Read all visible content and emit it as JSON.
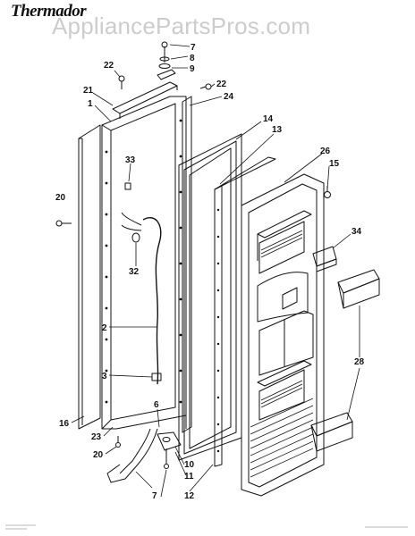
{
  "brand": "Thermador",
  "watermark": "AppliancePartsPros.com",
  "callouts": [
    {
      "id": "c7a",
      "text": "7"
    },
    {
      "id": "c8",
      "text": "8"
    },
    {
      "id": "c9",
      "text": "9"
    },
    {
      "id": "c22a",
      "text": "22"
    },
    {
      "id": "c22b",
      "text": "22"
    },
    {
      "id": "c21",
      "text": "21"
    },
    {
      "id": "c1",
      "text": "1"
    },
    {
      "id": "c24",
      "text": "24"
    },
    {
      "id": "c14",
      "text": "14"
    },
    {
      "id": "c13",
      "text": "13"
    },
    {
      "id": "c26",
      "text": "26"
    },
    {
      "id": "c15",
      "text": "15"
    },
    {
      "id": "c33",
      "text": "33"
    },
    {
      "id": "c20a",
      "text": "20"
    },
    {
      "id": "c32",
      "text": "32"
    },
    {
      "id": "c34",
      "text": "34"
    },
    {
      "id": "c2",
      "text": "2"
    },
    {
      "id": "c28",
      "text": "28"
    },
    {
      "id": "c3",
      "text": "3"
    },
    {
      "id": "c6",
      "text": "6"
    },
    {
      "id": "c16",
      "text": "16"
    },
    {
      "id": "c23",
      "text": "23"
    },
    {
      "id": "c20b",
      "text": "20"
    },
    {
      "id": "c10",
      "text": "10"
    },
    {
      "id": "c11",
      "text": "11"
    },
    {
      "id": "c7b",
      "text": "7"
    },
    {
      "id": "c12",
      "text": "12"
    }
  ]
}
